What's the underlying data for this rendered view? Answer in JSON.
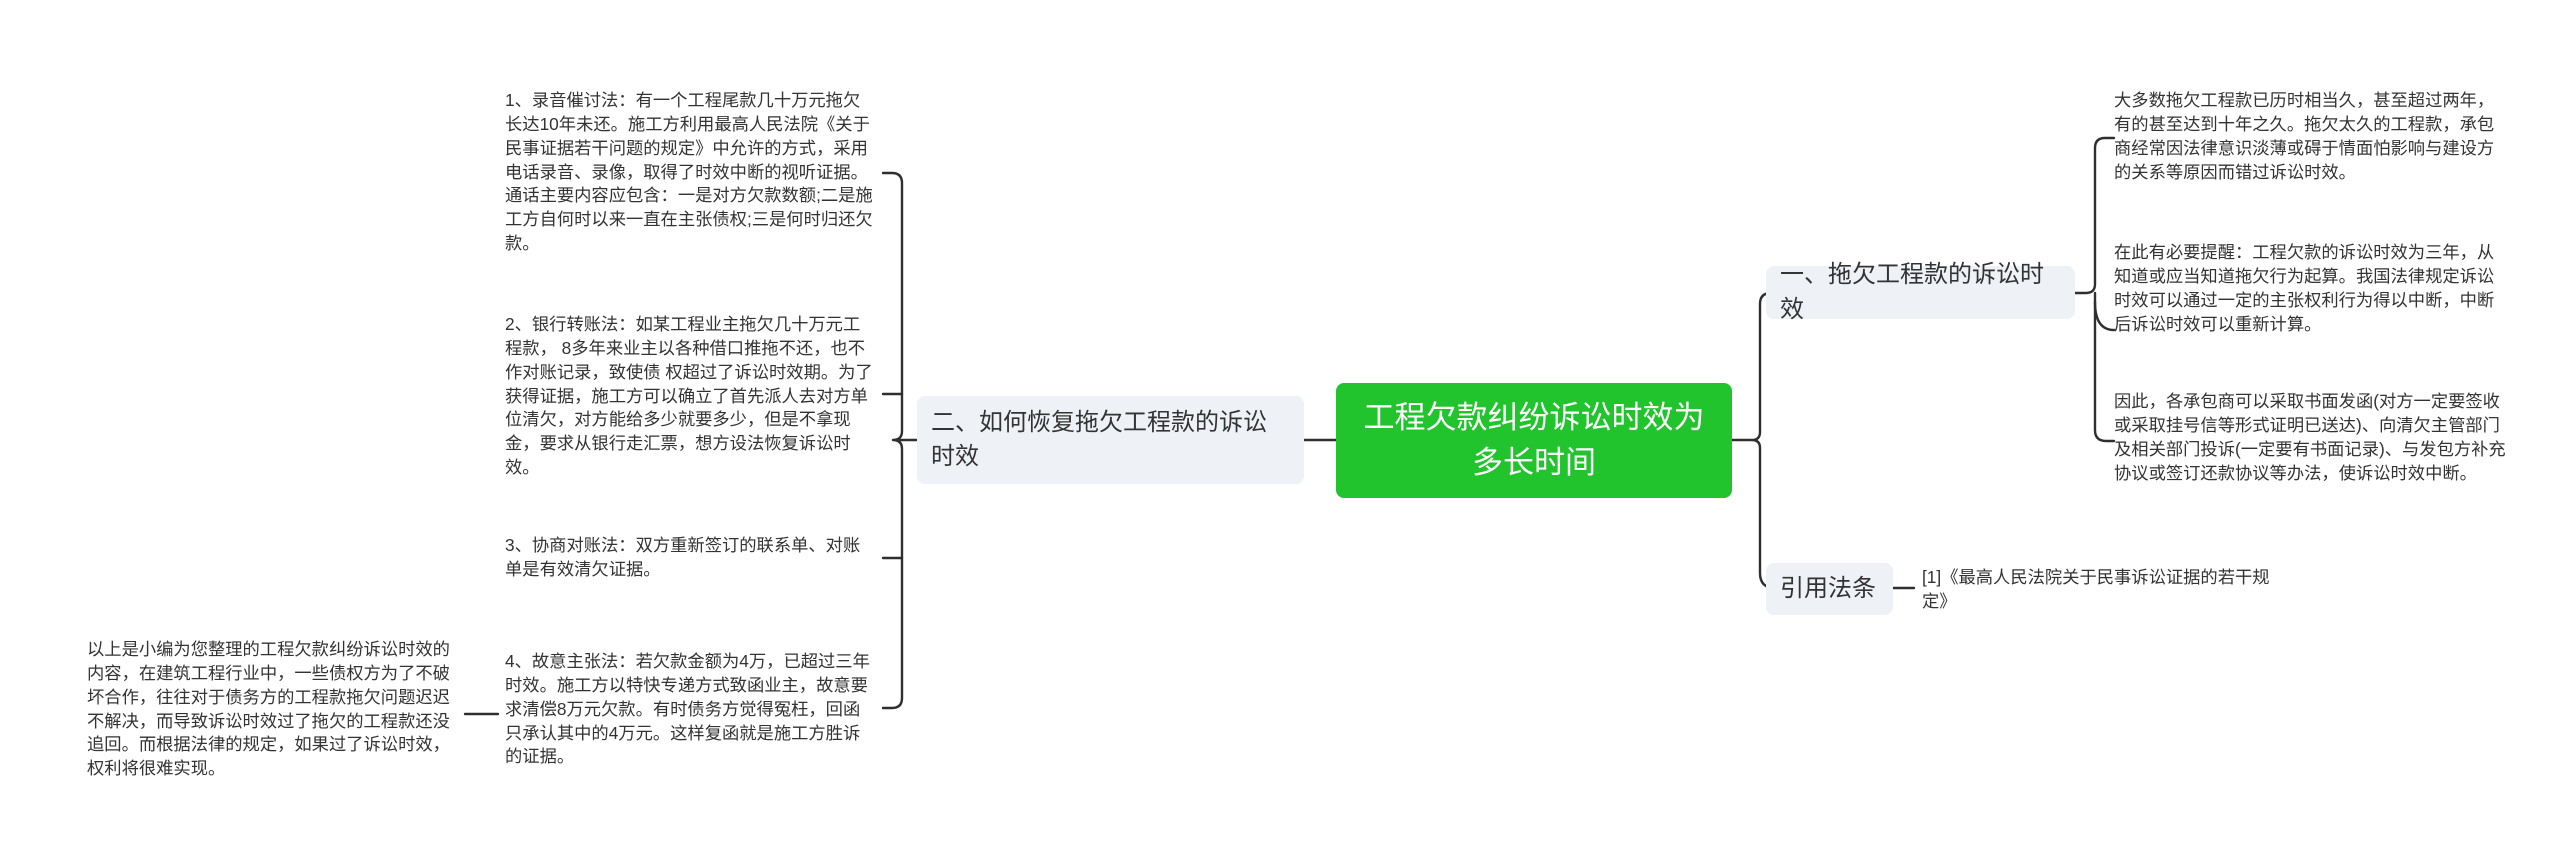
{
  "root": {
    "title": "工程欠款纠纷诉讼时效为多长时间"
  },
  "right": {
    "branch1": {
      "label": "一、拖欠工程款的诉讼时效",
      "leaves": [
        "大多数拖欠工程款已历时相当久，甚至超过两年，有的甚至达到十年之久。拖欠太久的工程款，承包商经常因法律意识淡薄或碍于情面怕影响与建设方的关系等原因而错过诉讼时效。",
        "在此有必要提醒：工程欠款的诉讼时效为三年，从知道或应当知道拖欠行为起算。我国法律规定诉讼时效可以通过一定的主张权利行为得以中断，中断后诉讼时效可以重新计算。",
        "因此，各承包商可以采取书面发函(对方一定要签收或采取挂号信等形式证明已送达)、向清欠主管部门及相关部门投诉(一定要有书面记录)、与发包方补充协议或签订还款协议等办法，使诉讼时效中断。"
      ]
    },
    "branch2": {
      "label": "引用法条",
      "leaves": [
        "[1]《最高人民法院关于民事诉讼证据的若干规定》"
      ]
    }
  },
  "left": {
    "branch": {
      "label": "二、如何恢复拖欠工程款的诉讼时效",
      "leaves": [
        "1、录音催讨法：有一个工程尾款几十万元拖欠长达10年未还。施工方利用最高人民法院《关于民事证据若干问题的规定》中允许的方式，采用电话录音、录像，取得了时效中断的视听证据。通话主要内容应包含：一是对方欠款数额;二是施工方自何时以来一直在主张债权;三是何时归还欠款。",
        "2、银行转账法：如某工程业主拖欠几十万元工程款， 8多年来业主以各种借口推拖不还，也不作对账记录，致使债 权超过了诉讼时效期。为了获得证据，施工方可以确立了首先派人去对方单位清欠，对方能给多少就要多少，但是不拿现金，要求从银行走汇票，想方设法恢复诉讼时效。",
        "3、协商对账法：双方重新签订的联系单、对账单是有效清欠证据。",
        "4、故意主张法：若欠款金额为4万，已超过三年时效。施工方以特快专递方式致函业主，故意要求清偿8万元欠款。有时债务方觉得冤枉，回函只承认其中的4万元。这样复函就是施工方胜诉的证据。"
      ],
      "summary": "以上是小编为您整理的工程欠款纠纷诉讼时效的内容，在建筑工程行业中，一些债权方为了不破坏合作，往往对于债务方的工程款拖欠问题迟迟不解决，而导致诉讼时效过了拖欠的工程款还没追回。而根据法律的规定，如果过了诉讼时效，权利将很难实现。"
    }
  }
}
